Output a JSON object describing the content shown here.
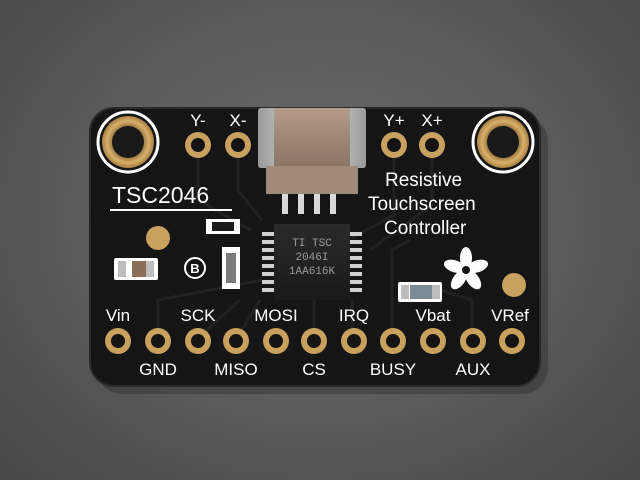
{
  "board": {
    "part_name": "TSC2046",
    "description_lines": [
      "Resistive",
      "Touchscreen",
      "Controller"
    ],
    "chip_marking": [
      "TI  TSC",
      "2046I",
      "1AA616K"
    ],
    "via_marking": "B",
    "colors": {
      "background": "#5a5a5a",
      "pcb": "#161616",
      "gold": "#c9a15e",
      "silkscreen": "#ffffff",
      "connector_body": "#a48c7a"
    },
    "top_pins": [
      "Y-",
      "X-",
      "Y+",
      "X+"
    ],
    "bottom_pins_upper_labels": [
      "Vin",
      "SCK",
      "MOSI",
      "IRQ",
      "Vbat",
      "VRef"
    ],
    "bottom_pins_lower_labels": [
      "GND",
      "MISO",
      "CS",
      "BUSY",
      "AUX"
    ],
    "logo": "adafruit-flower-logo"
  }
}
